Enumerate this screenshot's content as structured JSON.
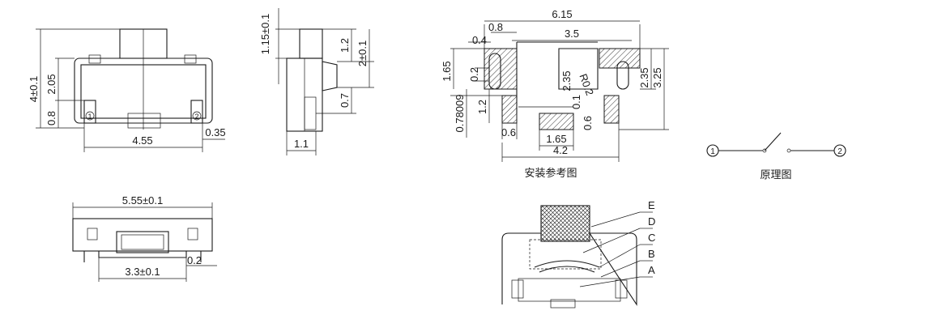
{
  "front_view": {
    "height": "4±0.1",
    "mid_height": "2.05",
    "pin_height": "0.8",
    "pin_span": "4.55",
    "pin_width": "0.35",
    "pin1": "1",
    "pin2": "2"
  },
  "side_view": {
    "top": "1.15±0.1",
    "upper": "1.2",
    "mid": "2±0.1",
    "lower": "0.7",
    "base": "1.1"
  },
  "bottom_view": {
    "width": "5.55±0.1",
    "inner": "3.3±0.1",
    "gap": "0.2"
  },
  "footprint": {
    "total_width": "6.15",
    "w08": "0.8",
    "w04": "0.4",
    "center": "3.5",
    "h165": "1.65",
    "h02": "0.2",
    "h12": "1.2",
    "h078": "0.78009",
    "h235a": "2.35",
    "radius": "R0.2",
    "h01": "0.1",
    "h235b": "2.35",
    "h325": "3.25",
    "w06": "0.6",
    "w06b": "0.6",
    "w165": "1.65",
    "w42": "4.2",
    "caption": "安装参考图"
  },
  "schematic": {
    "pin1": "1",
    "pin2": "2",
    "caption": "原理图"
  },
  "section": {
    "labels": [
      "E",
      "D",
      "C",
      "B",
      "A"
    ]
  }
}
